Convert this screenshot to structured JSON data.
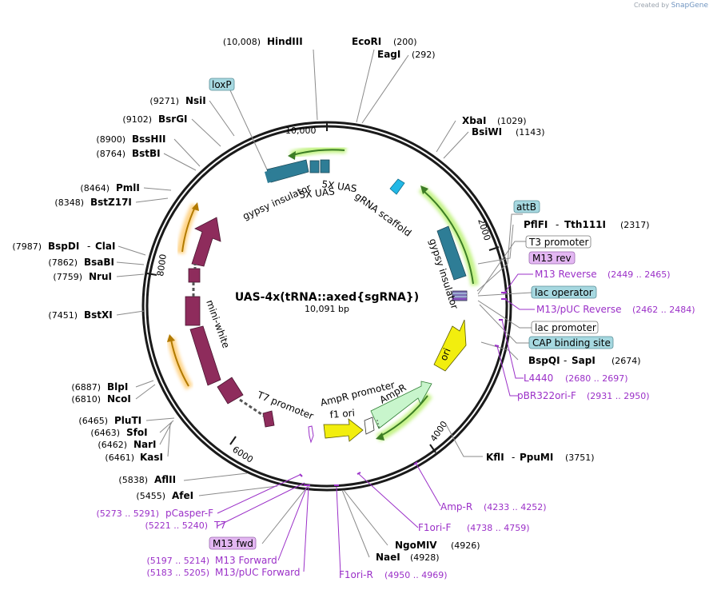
{
  "credit": {
    "prefix": "Created by",
    "brand": "SnapGene"
  },
  "plasmid": {
    "name": "UAS-4x(tRNA::axed{sgRNA})",
    "size_label": "10,091 bp",
    "length": 10091
  },
  "ticks": [
    {
      "label": "10,000",
      "pos": 10000
    },
    {
      "label": "2000",
      "pos": 2000
    },
    {
      "label": "4000",
      "pos": 4000
    },
    {
      "label": "6000",
      "pos": 6000
    },
    {
      "label": "8000",
      "pos": 8000
    }
  ],
  "features": [
    {
      "label": "gypsy insulator",
      "color": "#2e7d96",
      "glow": true,
      "direction": "ccw"
    },
    {
      "label": "5X UAS",
      "color": "#2e7d96"
    },
    {
      "label": "5X UAS",
      "color": "#2e7d96"
    },
    {
      "label": "gRNA scaffold",
      "color": "#22b8e6"
    },
    {
      "label": "gypsy insulator",
      "color": "#2e7d96",
      "glow": true,
      "direction": "ccw"
    },
    {
      "label": "ori",
      "color": "#f2ee0e"
    },
    {
      "label": "AmpR",
      "color": "#c8f5cc",
      "glow": true
    },
    {
      "label": "AmpR promoter",
      "color": "#ffffff"
    },
    {
      "label": "f1 ori",
      "color": "#f2ee0e"
    },
    {
      "label": "T7 promoter",
      "color": "#8e2c5c"
    },
    {
      "label": "mini-white",
      "color": "#8e2c5c"
    }
  ],
  "enzymes": [
    {
      "name": "HindIII",
      "pos": "(10,008)"
    },
    {
      "name": "EcoRI",
      "pos": "(200)"
    },
    {
      "name": "EagI",
      "pos": "(292)"
    },
    {
      "name": "XbaI",
      "pos": "(1029)"
    },
    {
      "name": "BsiWI",
      "pos": "(1143)"
    },
    {
      "name": "PflFI",
      "name2": "Tth111I",
      "pos": "(2317)"
    },
    {
      "name": "BspQI",
      "name2": "SapI",
      "pos": "(2674)"
    },
    {
      "name": "KflI",
      "name2": "PpuMI",
      "pos": "(3751)"
    },
    {
      "name": "NgoMIV",
      "pos": "(4926)"
    },
    {
      "name": "NaeI",
      "pos": "(4928)"
    },
    {
      "name": "AfeI",
      "pos": "(5455)"
    },
    {
      "name": "AflII",
      "pos": "(5838)"
    },
    {
      "name": "KasI",
      "pos": "(6461)"
    },
    {
      "name": "NarI",
      "pos": "(6462)"
    },
    {
      "name": "SfoI",
      "pos": "(6463)"
    },
    {
      "name": "PluTI",
      "pos": "(6465)"
    },
    {
      "name": "NcoI",
      "pos": "(6810)"
    },
    {
      "name": "BlpI",
      "pos": "(6887)"
    },
    {
      "name": "BstXI",
      "pos": "(7451)"
    },
    {
      "name": "NruI",
      "pos": "(7759)"
    },
    {
      "name": "BsaBI",
      "pos": "(7862)"
    },
    {
      "name": "BspDI",
      "name2": "ClaI",
      "pos": "(7987)"
    },
    {
      "name": "BstZ17I",
      "pos": "(8348)"
    },
    {
      "name": "PmlI",
      "pos": "(8464)"
    },
    {
      "name": "BstBI",
      "pos": "(8764)"
    },
    {
      "name": "BssHII",
      "pos": "(8900)"
    },
    {
      "name": "BsrGI",
      "pos": "(9102)"
    },
    {
      "name": "NsiI",
      "pos": "(9271)"
    }
  ],
  "primers": [
    {
      "name": "M13 Reverse",
      "range": "(2449 .. 2465)"
    },
    {
      "name": "M13/pUC Reverse",
      "range": "(2462 .. 2484)"
    },
    {
      "name": "L4440",
      "range": "(2680 .. 2697)"
    },
    {
      "name": "pBR322ori-F",
      "range": "(2931 .. 2950)"
    },
    {
      "name": "Amp-R",
      "range": "(4233 .. 4252)"
    },
    {
      "name": "F1ori-F",
      "range": "(4738 .. 4759)"
    },
    {
      "name": "F1ori-R",
      "range": "(4950 .. 4969)"
    },
    {
      "name": "M13/pUC Forward",
      "range": "(5183 .. 5205)"
    },
    {
      "name": "M13 Forward",
      "range": "(5197 .. 5214)"
    },
    {
      "name": "T7",
      "range": "(5221 .. 5240)"
    },
    {
      "name": "pCasper-F",
      "range": "(5273 .. 5291)"
    }
  ],
  "boxes": [
    {
      "label": "loxP",
      "style": "teal"
    },
    {
      "label": "attB",
      "style": "teal"
    },
    {
      "label": "T3 promoter",
      "style": "white"
    },
    {
      "label": "M13 rev",
      "style": "violet"
    },
    {
      "label": "lac operator",
      "style": "teal"
    },
    {
      "label": "lac promoter",
      "style": "white"
    },
    {
      "label": "CAP binding site",
      "style": "teal"
    },
    {
      "label": "M13 fwd",
      "style": "violet"
    }
  ],
  "colors": {
    "backbone": "#1a1a1a",
    "primer": "#9b30c8",
    "teal_box": "#a6d8e0",
    "violet_box": "#e3b7f2",
    "white_box": "#ffffff",
    "marker_line": "#8a8a8a",
    "glow_green": "#b6f06a",
    "glow_orange": "#ffcf7a"
  }
}
